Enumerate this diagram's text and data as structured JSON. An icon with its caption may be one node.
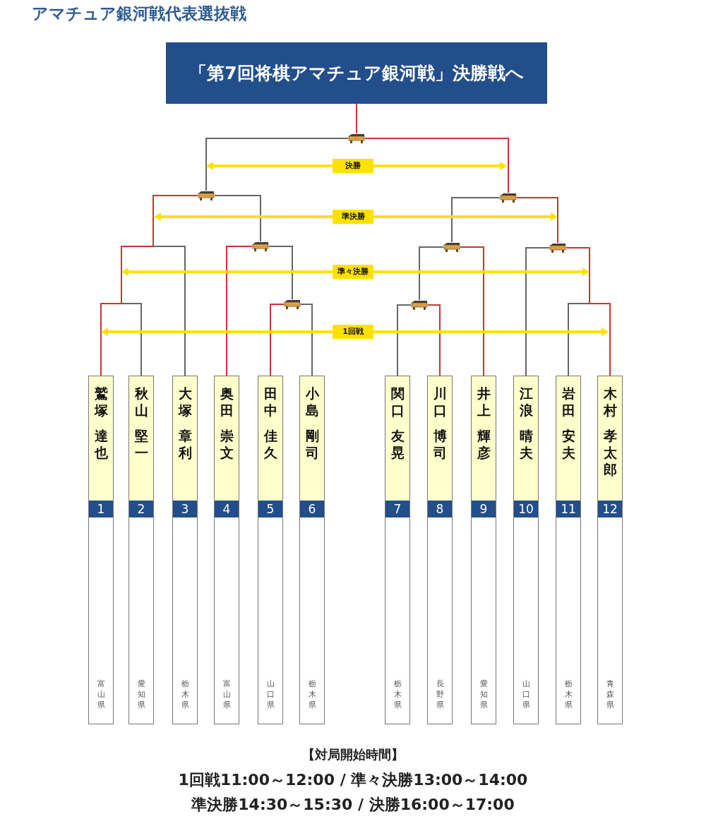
{
  "diagram": {
    "title": "アマチュア銀河戦代表選抜戦",
    "nodes": [
      {
        "text": [
          "「第7回将棋アマチュア銀河戦」決勝戦へ"
        ]
      },
      {
        "text": [
          "鷲塚",
          "達也",
          "1",
          "富山県"
        ]
      },
      {
        "text": [
          "秋山",
          "堅一",
          "2",
          "愛知県"
        ]
      },
      {
        "text": [
          "大塚",
          "章利",
          "3",
          "栃木県"
        ]
      },
      {
        "text": [
          "奥田",
          "崇文",
          "4",
          "富山県"
        ]
      },
      {
        "text": [
          "田中",
          "佳久",
          "5",
          "山口県"
        ]
      },
      {
        "text": [
          "小島",
          "剛司",
          "6",
          "栃木県"
        ]
      },
      {
        "text": [
          "関口",
          "友晃",
          "7",
          "栃木県"
        ]
      },
      {
        "text": [
          "川口",
          "博司",
          "8",
          "長野県"
        ]
      },
      {
        "text": [
          "井上",
          "輝彦",
          "9",
          "愛知県"
        ]
      },
      {
        "text": [
          "江浪",
          "晴夫",
          "10",
          "山口県"
        ]
      },
      {
        "text": [
          "岩田",
          "安夫",
          "11",
          "栃木県"
        ]
      },
      {
        "text": [
          "木村",
          "孝太郎",
          "12",
          "青森県"
        ]
      },
      {
        "text": [],
        "shape": "picture"
      },
      {
        "text": [],
        "shape": "picture"
      },
      {
        "text": [],
        "shape": "picture"
      },
      {
        "text": [],
        "shape": "picture"
      },
      {
        "text": [],
        "shape": "picture"
      },
      {
        "text": [],
        "shape": "picture"
      },
      {
        "text": [],
        "shape": "picture"
      },
      {
        "text": [],
        "shape": "picture"
      }
    ],
    "edges": [
      {
        "from": 1,
        "to": 14,
        "arrow": "none",
        "color": "#cc3333"
      },
      {
        "from": 2,
        "to": 14,
        "arrow": "none"
      },
      {
        "from": 3,
        "to": 14,
        "arrow": "none"
      },
      {
        "from": 4,
        "to": 16,
        "arrow": "none",
        "color": "#cc3333"
      },
      {
        "from": 5,
        "to": 19,
        "arrow": "none",
        "color": "#cc3333"
      },
      {
        "from": 6,
        "to": 19,
        "arrow": "none"
      },
      {
        "from": 19,
        "to": 16,
        "arrow": "none"
      },
      {
        "from": 16,
        "to": 14,
        "arrow": "none"
      },
      {
        "from": 14,
        "to": 13,
        "arrow": "none"
      },
      {
        "from": 7,
        "to": 20,
        "arrow": "none"
      },
      {
        "from": 8,
        "to": 20,
        "arrow": "none",
        "color": "#cc3333"
      },
      {
        "from": 20,
        "to": 17,
        "arrow": "none"
      },
      {
        "from": 9,
        "to": 17,
        "arrow": "none",
        "color": "#cc3333"
      },
      {
        "from": 17,
        "to": 15,
        "arrow": "none"
      },
      {
        "from": 10,
        "to": 18,
        "arrow": "none"
      },
      {
        "from": 11,
        "to": 18,
        "arrow": "none"
      },
      {
        "from": 12,
        "to": 18,
        "arrow": "none",
        "color": "#cc3333"
      },
      {
        "from": 18,
        "to": 15,
        "arrow": "none",
        "color": "#cc3333"
      },
      {
        "from": 15,
        "to": 13,
        "arrow": "none",
        "color": "#cc3333"
      },
      {
        "from": 13,
        "to": 0,
        "arrow": "none",
        "color": "#cc3333"
      }
    ],
    "labels": [
      "決勝",
      "準決勝",
      "準々決勝",
      "1回戦",
      "【対局開始時間】",
      "1回戦11:00～12:00 / 準々決勝13:00～14:00",
      "準決勝14:30～15:30 / 決勝16:00～17:00"
    ]
  }
}
